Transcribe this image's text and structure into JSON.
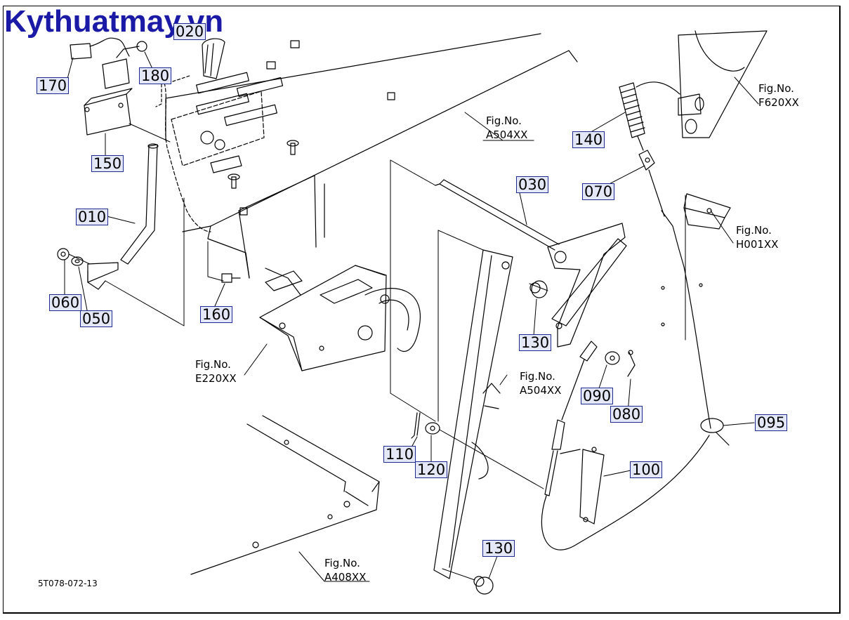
{
  "watermark": "Kythuatmay.vn",
  "diagram_code": "5T078-072-13",
  "fig_prefix": "Fig.No.",
  "part_numbers": {
    "p170": "170",
    "p180": "180",
    "p020": "020",
    "p150": "150",
    "p010": "010",
    "p060": "060",
    "p050": "050",
    "p160": "160",
    "p030": "030",
    "p130a": "130",
    "p130b": "130",
    "p140": "140",
    "p070": "070",
    "p090": "090",
    "p080": "080",
    "p095": "095",
    "p110": "110",
    "p120": "120",
    "p100": "100"
  },
  "fig_refs": {
    "f620": "F620XX",
    "a504a": "A504XX",
    "h001": "H001XX",
    "e220": "E220XX",
    "a504b": "A504XX",
    "a408": "A408XX"
  }
}
